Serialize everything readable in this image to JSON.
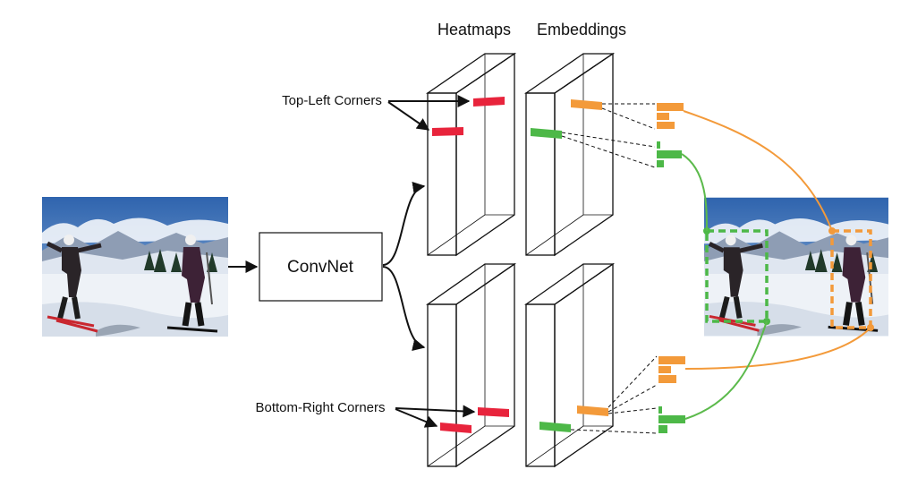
{
  "headers": {
    "heatmaps": "Heatmaps",
    "embeddings": "Embeddings"
  },
  "labels": {
    "top_left": "Top-Left Corners",
    "bottom_right": "Bottom-Right Corners",
    "convnet": "ConvNet"
  },
  "colors": {
    "heatmap_corner": "#e8243c",
    "embed_topleft": "#f39a3a",
    "embed_group": "#4db848",
    "green_curve": "#5cba4c",
    "orange_curve": "#f39a3a",
    "line": "#111111",
    "sky": "#3f74b8",
    "snow": "#e6edf6",
    "mountain": "#9aa9bf"
  }
}
